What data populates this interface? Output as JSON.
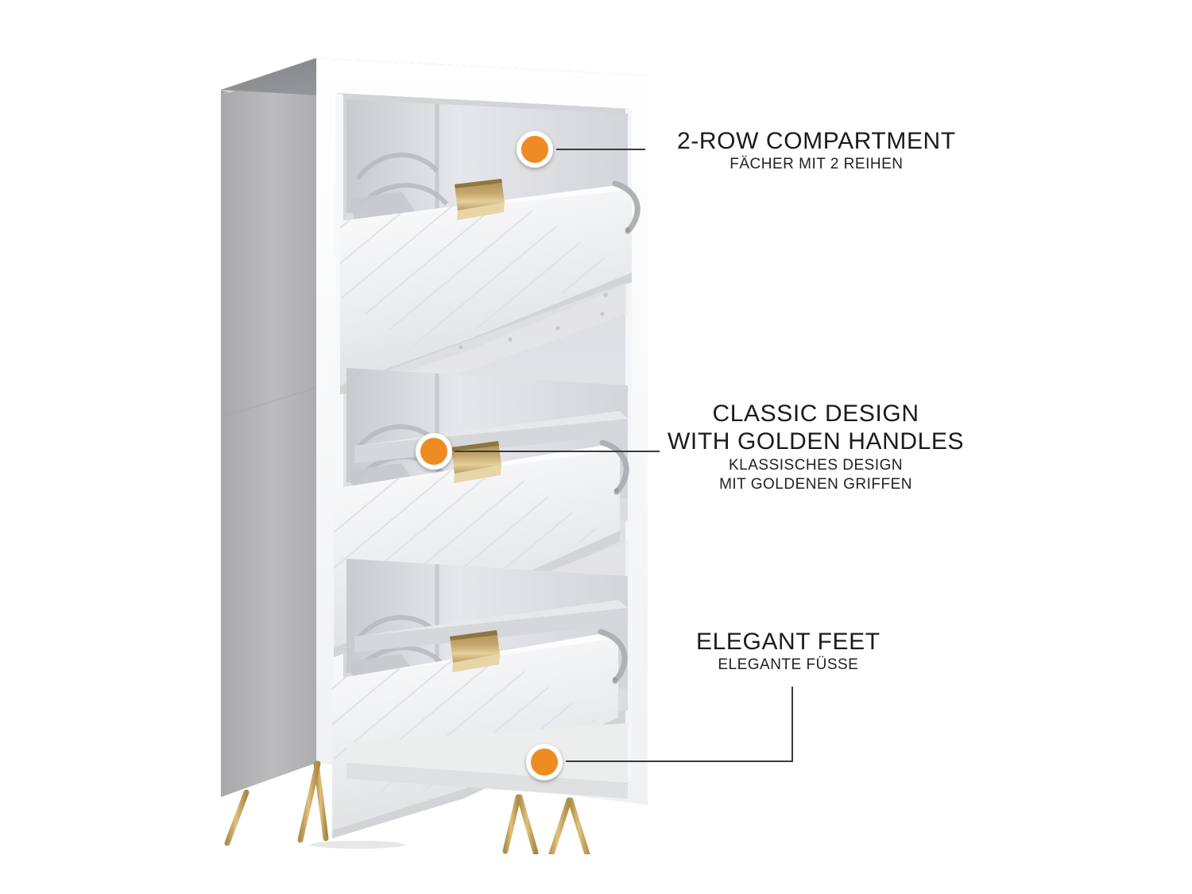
{
  "page": {
    "background_color": "#ffffff",
    "accent_color": "#ee8b22",
    "text_color": "#1b1b1b",
    "line_color": "#3a3a3a"
  },
  "product": {
    "name": "3-drawer tilt-out shoe cabinet",
    "body_color": "#ffffff",
    "side_panel_color": "#b6b6b8",
    "top_panel_color": "#8f9093",
    "handle_color": "#c9a96a",
    "leg_color": "#c8a35c",
    "drawer_count": 3
  },
  "callouts": [
    {
      "id": "two-row-compartment",
      "title": "2-ROW COMPARTMENT",
      "subtitle": "FÄCHER MIT 2 REIHEN",
      "dot_color": "#ee8b22"
    },
    {
      "id": "classic-design-golden-handles",
      "title_line_1": "CLASSIC DESIGN",
      "title_line_2": "WITH GOLDEN HANDLES",
      "subtitle_line_1": "KLASSISCHES DESIGN",
      "subtitle_line_2": "MIT GOLDENEN GRIFFEN",
      "dot_color": "#ee8b22"
    },
    {
      "id": "elegant-feet",
      "title": "ELEGANT FEET",
      "subtitle": "ELEGANTE FÜSSE",
      "dot_color": "#ee8b22"
    }
  ]
}
